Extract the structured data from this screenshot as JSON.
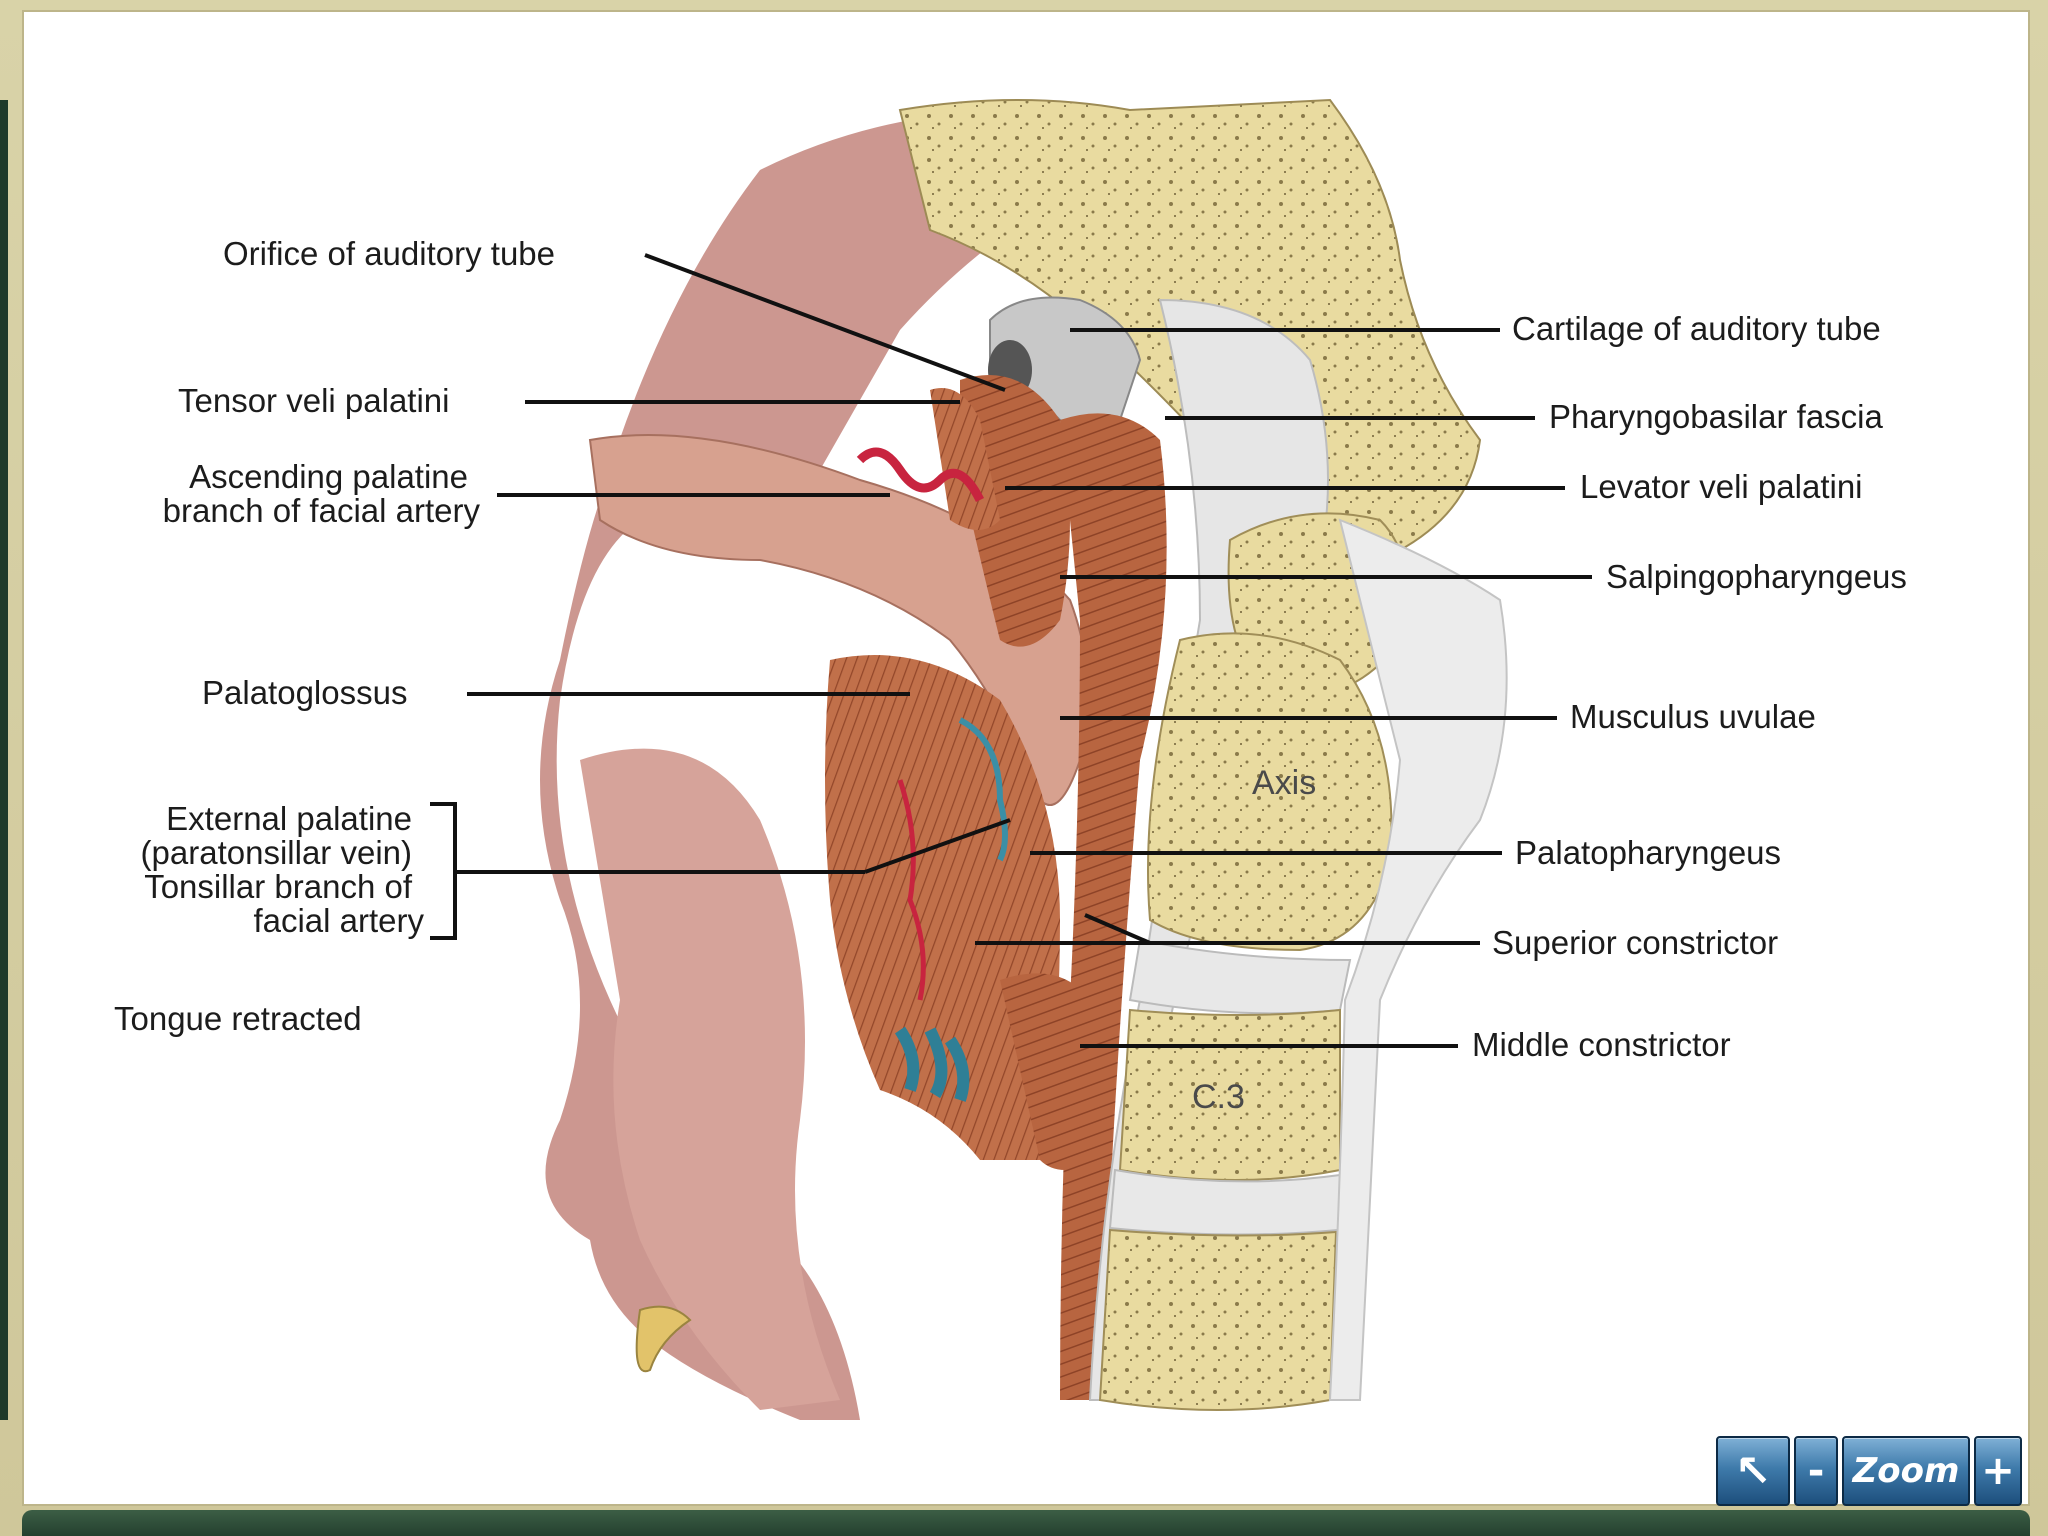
{
  "labels_left": {
    "orifice": "Orifice of auditory tube",
    "tensor": "Tensor veli palatini",
    "ascending_1": "Ascending palatine",
    "ascending_2": "branch of facial artery",
    "palatoglossus": "Palatoglossus",
    "ext_pal_1": "External palatine",
    "ext_pal_2": "(paratonsillar vein)",
    "tonsillar_1": "Tonsillar branch of",
    "tonsillar_2": "facial artery",
    "tongue": "Tongue retracted"
  },
  "labels_right": {
    "cartilage": "Cartilage of auditory tube",
    "pharyngobasilar": "Pharyngobasilar fascia",
    "levator": "Levator veli palatini",
    "salpingo": "Salpingopharyngeus",
    "uvulae": "Musculus uvulae",
    "palatopharyngeus": "Palatopharyngeus",
    "superior": "Superior constrictor",
    "middle": "Middle constrictor"
  },
  "vertebra_labels": {
    "axis": "Axis",
    "c3": "C.3"
  },
  "controls": {
    "home_glyph": "↖",
    "minus": "-",
    "zoom": "Zoom",
    "plus": "+"
  },
  "colors": {
    "bone": "#e9dba0",
    "muscle": "#b8653f",
    "mucosa": "#c99088",
    "cartilage": "#c9c9c9",
    "vein": "#3b8fa6",
    "artery": "#c8243f"
  }
}
